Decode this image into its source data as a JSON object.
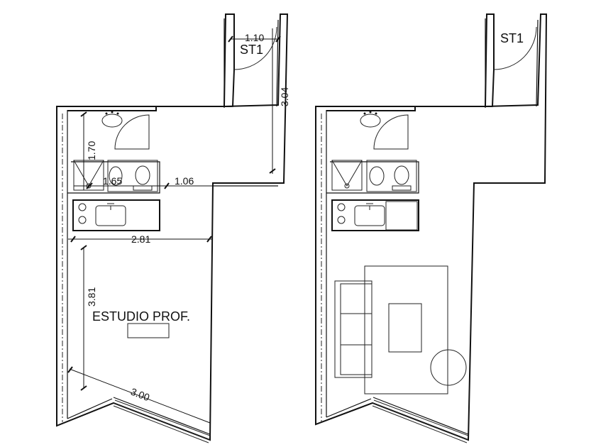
{
  "plan_left": {
    "labels": {
      "stair": "ST1",
      "room": "ESTUDIO PROF."
    },
    "dimensions": {
      "stair_width": "1.10",
      "stair_length": "3.04",
      "bath_depth": "1.70",
      "bath_width": "1.65",
      "corridor_width": "1.06",
      "kitchen_width": "2.81",
      "room_length": "3.81",
      "facade_width": "3.00"
    }
  },
  "plan_right": {
    "labels": {
      "stair": "ST1"
    }
  }
}
